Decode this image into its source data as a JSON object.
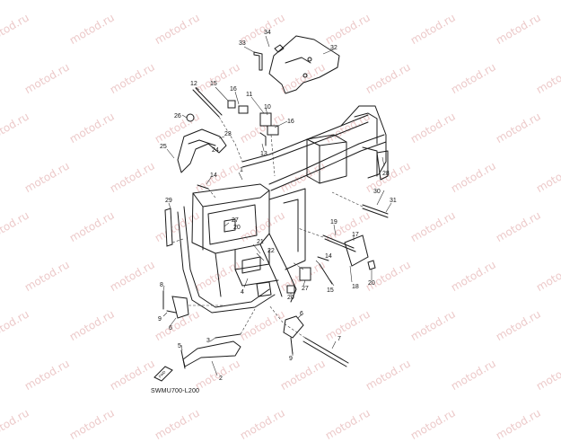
{
  "watermark": "motod.ru",
  "diagram_code": "SWMU700-L200",
  "fwd_label": "FWD",
  "part_labels": [
    "1",
    "2",
    "3",
    "4",
    "5",
    "6",
    "6",
    "7",
    "8",
    "9",
    "9",
    "10",
    "11",
    "12",
    "13",
    "14",
    "14",
    "15",
    "15",
    "16",
    "16",
    "17",
    "18",
    "19",
    "20",
    "20",
    "20",
    "21",
    "22",
    "23",
    "24",
    "25",
    "26",
    "27",
    "27",
    "28",
    "29",
    "30",
    "31",
    "32",
    "33",
    "34"
  ]
}
